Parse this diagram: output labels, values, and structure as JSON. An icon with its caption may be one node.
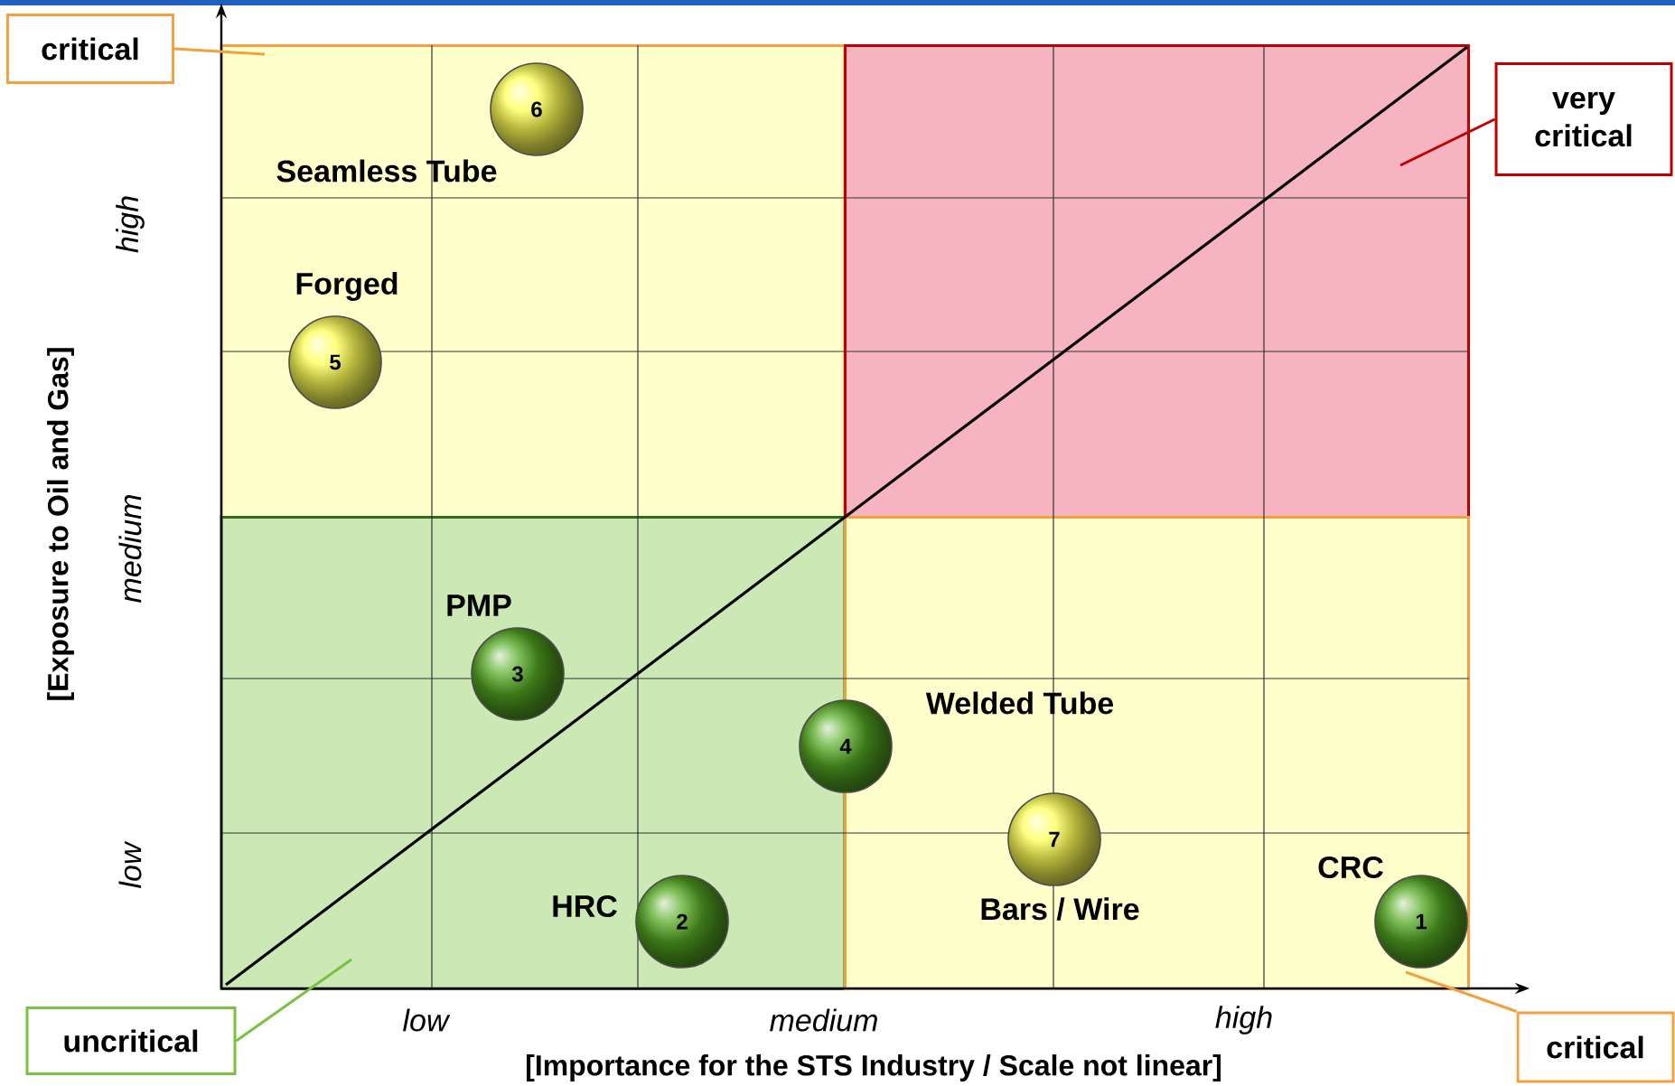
{
  "diagram": {
    "nodes": [
      {
        "text": [
          "critical"
        ]
      },
      {
        "text": [],
        "shape": "box"
      },
      {
        "text": [
          "6"
        ],
        "beside": [
          "Seamless Tube"
        ],
        "in": 1
      },
      {
        "text": [
          "5"
        ],
        "beside": [
          "Forged"
        ],
        "in": 1
      },
      {
        "text": [
          "very critical"
        ]
      },
      {
        "text": [],
        "shape": "box"
      },
      {
        "text": [],
        "shape": "box"
      },
      {
        "text": [
          "3"
        ],
        "beside": [
          "PMP"
        ],
        "in": 6
      },
      {
        "text": [
          "2"
        ],
        "beside": [
          "HRC"
        ],
        "in": 6
      },
      {
        "text": [
          "4"
        ],
        "beside": [
          "Welded Tube"
        ]
      },
      {
        "text": [],
        "shape": "box"
      },
      {
        "text": [
          "7"
        ],
        "beside": [
          "Bars / Wire"
        ],
        "in": 10
      },
      {
        "text": [
          "1"
        ],
        "beside": [
          "CRC"
        ],
        "in": 10
      },
      {
        "text": [
          "uncritical"
        ]
      },
      {
        "text": [
          "critical"
        ]
      }
    ],
    "edges": [
      {
        "from": 0,
        "to": 1,
        "arrow": "none"
      },
      {
        "from": 4,
        "to": 5,
        "arrow": "none",
        "color": "#c00000"
      },
      {
        "from": 13,
        "to": 6,
        "arrow": "none",
        "color": "#7ac143"
      },
      {
        "from": 14,
        "to": 10,
        "arrow": "none"
      }
    ],
    "labels": [
      "high",
      "medium",
      "low",
      "[Exposure to Oil and Gas]",
      "low",
      "medium",
      "high",
      "[Importance for the STS Industry / Scale not linear]"
    ]
  }
}
